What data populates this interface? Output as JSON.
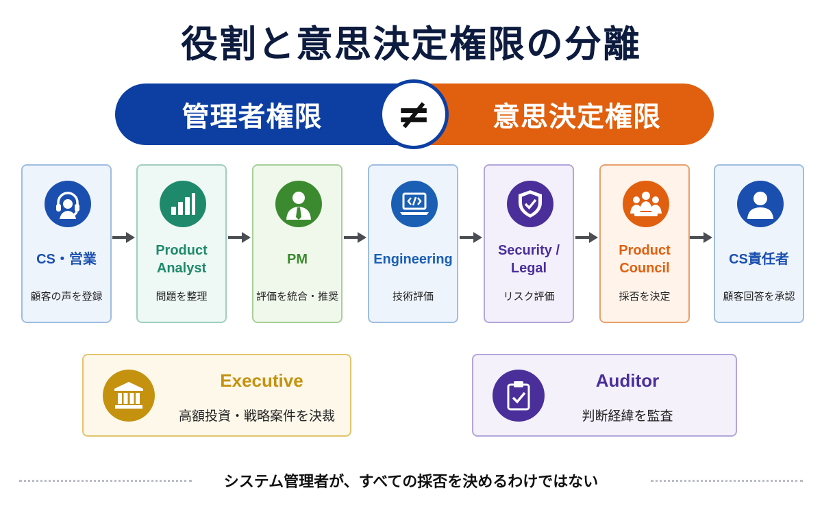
{
  "title": "役割と意思決定権限の分離",
  "banner": {
    "left_label": "管理者権限",
    "right_label": "意思決定権限",
    "separator": "≠",
    "left_color": "#0d3fa3",
    "right_color": "#e0600f"
  },
  "roles": [
    {
      "name": "CS・営業",
      "desc": "顧客の声を登録",
      "icon": "headset-icon",
      "color": "#1a4fb0",
      "bg": "#eef4fc",
      "border": "#9fbde0"
    },
    {
      "name": "Product\nAnalyst",
      "desc": "問題を整理",
      "icon": "bar-chart-icon",
      "color": "#1f8a6b",
      "bg": "#eef8f4",
      "border": "#9fcfbd"
    },
    {
      "name": "PM",
      "desc": "評価を統合・推奨",
      "icon": "person-tie-icon",
      "color": "#3c8a2f",
      "bg": "#f0f8ec",
      "border": "#a8cf98"
    },
    {
      "name": "Engineering",
      "desc": "技術評価",
      "icon": "laptop-code-icon",
      "color": "#1a5fb4",
      "bg": "#eef4fc",
      "border": "#9fbde0"
    },
    {
      "name": "Security /\nLegal",
      "desc": "リスク評価",
      "icon": "shield-check-icon",
      "color": "#4a2f9a",
      "bg": "#f3f0fb",
      "border": "#b3a6dc"
    },
    {
      "name": "Product\nCouncil",
      "desc": "採否を決定",
      "icon": "group-icon",
      "color": "#e0600f",
      "bg": "#fff3ea",
      "border": "#e9a06a"
    },
    {
      "name": "CS責任者",
      "desc": "顧客回答を承認",
      "icon": "user-icon",
      "color": "#1a4fb0",
      "bg": "#eef4fc",
      "border": "#9fbde0"
    }
  ],
  "executive": {
    "name": "Executive",
    "desc": "高額投資・戦略案件を決裁",
    "icon": "bank-icon",
    "color": "#c4920f",
    "bg": "#fdf8ea",
    "border": "#e2c46a"
  },
  "auditor": {
    "name": "Auditor",
    "desc": "判断経緯を監査",
    "icon": "clipboard-check-icon",
    "color": "#4a2f9a",
    "bg": "#f4f1fb",
    "border": "#b3a6dc"
  },
  "footer": "システム管理者が、すべての採否を決めるわけではない"
}
